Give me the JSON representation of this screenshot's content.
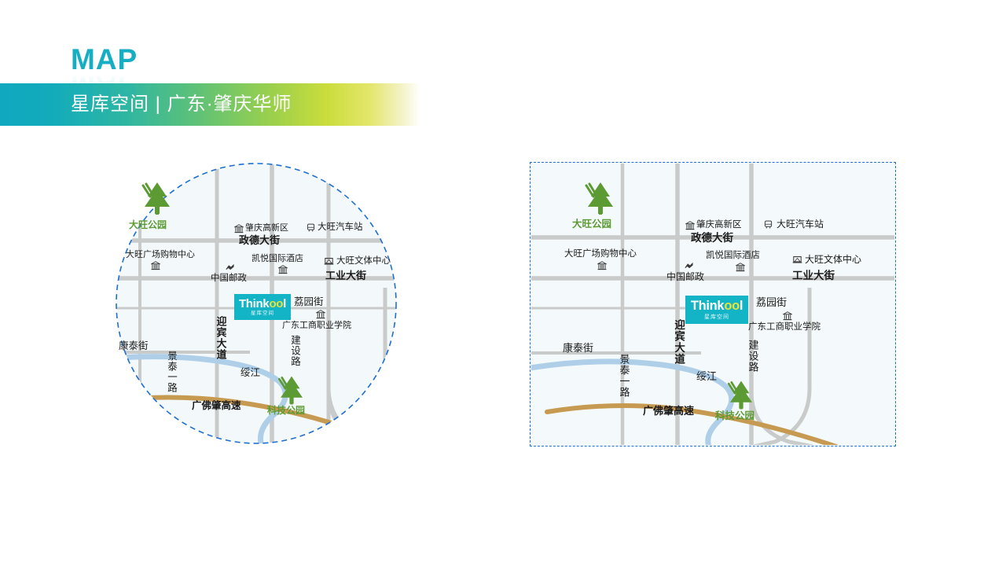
{
  "header": {
    "title": "MAP",
    "subtitle": "星库空间 | 广东·肇庆华师",
    "accent_teal": "#17AEC4",
    "gradient_from": "#0FA8BE",
    "gradient_to": "#FFFFFF"
  },
  "map": {
    "brand_logo": {
      "word_part1": "Think",
      "word_part2": "oo",
      "word_part3": "l",
      "subtitle": "星库空间",
      "bg_color": "#12B4C6",
      "accent_color": "#E8E13A"
    },
    "colors": {
      "road": "#C9CBCA",
      "river": "#AFCFE9",
      "highway": "#C79A52",
      "park_green": "#5C9A33",
      "boundary_blue": "#1F6FD0",
      "map_fill": "#F4FAFB"
    },
    "streets": [
      {
        "name": "政德大街",
        "orientation": "horizontal",
        "style": "major"
      },
      {
        "name": "工业大街",
        "orientation": "horizontal",
        "style": "major"
      },
      {
        "name": "康泰街",
        "orientation": "horizontal",
        "style": "normal"
      },
      {
        "name": "荔园街",
        "orientation": "horizontal",
        "style": "normal"
      },
      {
        "name": "迎宾大道",
        "orientation": "vertical",
        "style": "major"
      },
      {
        "name": "景泰一路",
        "orientation": "vertical",
        "style": "normal"
      },
      {
        "name": "建设路",
        "orientation": "vertical",
        "style": "normal"
      },
      {
        "name": "绥江",
        "orientation": "river",
        "style": "river"
      },
      {
        "name": "广佛肇高速",
        "orientation": "diagonal",
        "style": "highway"
      }
    ],
    "pois": [
      {
        "name": "大旺公园",
        "icon": "tree-icon",
        "type": "park"
      },
      {
        "name": "科技公园",
        "icon": "tree-icon",
        "type": "park"
      },
      {
        "name": "肇庆高新区",
        "icon": "bank-icon",
        "type": "landmark"
      },
      {
        "name": "大旺汽车站",
        "icon": "bus-station-icon",
        "type": "transit"
      },
      {
        "name": "大旺广场购物中心",
        "icon": "bank-icon",
        "type": "shopping"
      },
      {
        "name": "凯悦国际酒店",
        "icon": "bank-icon",
        "type": "hotel"
      },
      {
        "name": "中国邮政",
        "icon": "post-icon",
        "type": "post"
      },
      {
        "name": "大旺文体中心",
        "icon": "culture-center-icon",
        "type": "culture"
      },
      {
        "name": "广东工商职业学院",
        "icon": "college-icon",
        "type": "school"
      }
    ],
    "views": [
      {
        "id": "circle-view",
        "shape": "dashed-circle"
      },
      {
        "id": "rect-view",
        "shape": "dashed-rectangle"
      }
    ]
  }
}
